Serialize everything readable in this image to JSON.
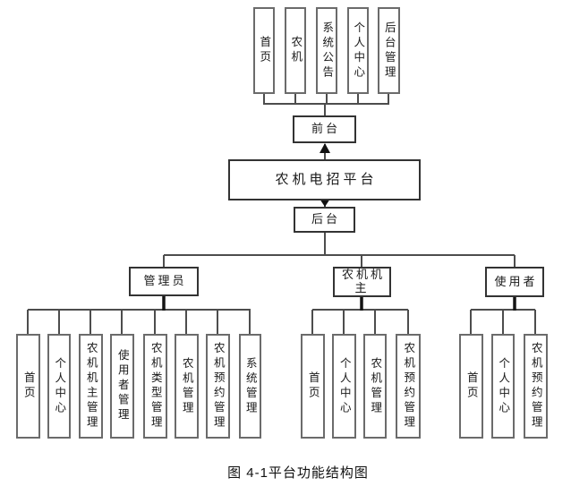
{
  "diagram": {
    "caption": "图 4-1平台功能结构图",
    "root": {
      "label": "农机电招平台"
    },
    "front": {
      "label": "前台",
      "children": [
        "首页",
        "农机",
        "系统公告",
        "个人中心",
        "后台管理"
      ]
    },
    "back": {
      "label": "后台",
      "branches": [
        {
          "label": "管理员",
          "children": [
            "首页",
            "个人中心",
            "农机机主管理",
            "使用者管理",
            "农机类型管理",
            "农机管理",
            "农机预约管理",
            "系统管理"
          ]
        },
        {
          "label": "农机机主",
          "children": [
            "首页",
            "个人中心",
            "农机管理",
            "农机预约管理"
          ]
        },
        {
          "label": "使用者",
          "children": [
            "首页",
            "个人中心",
            "农机预约管理"
          ]
        }
      ]
    },
    "colors": {
      "line": "#4d4d4d",
      "thick_line": "#141414",
      "arrow": "#111111",
      "label_border": "#333333",
      "leaf_border": "#6b6b6b",
      "background": "#ffffff"
    }
  }
}
